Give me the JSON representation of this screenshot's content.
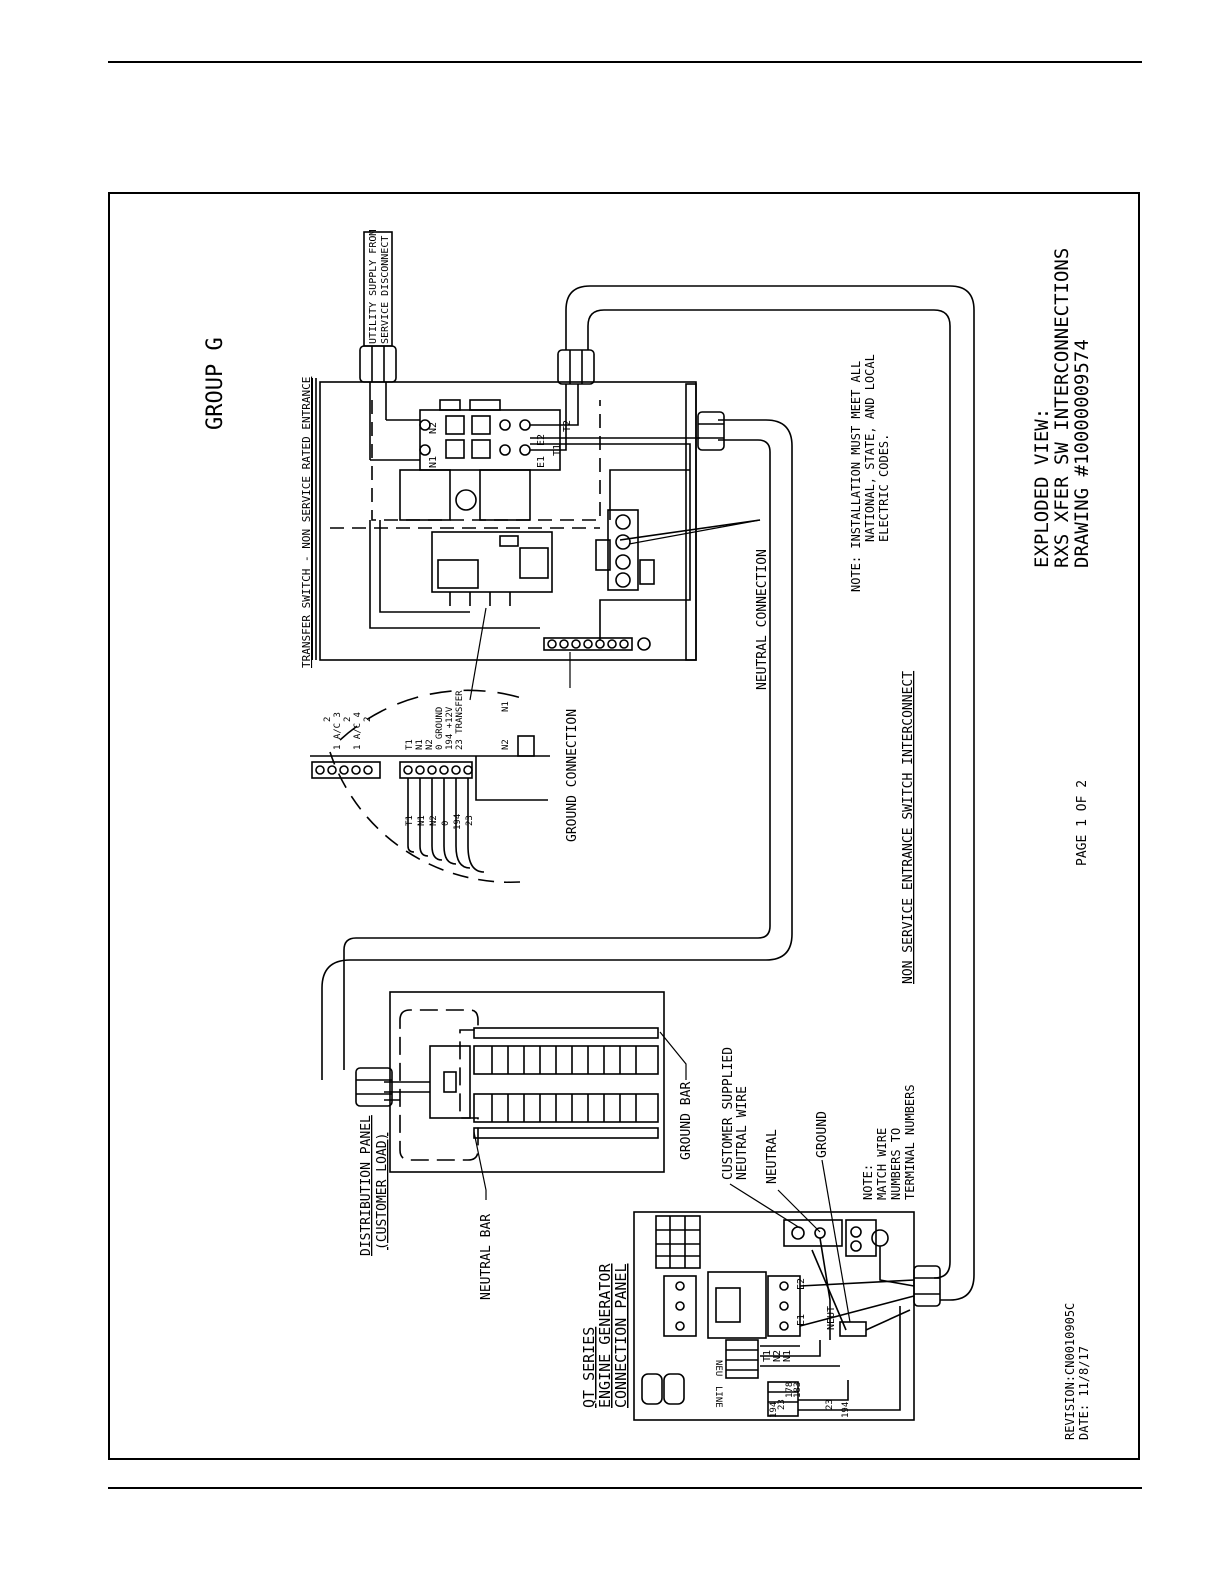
{
  "group_title": "GROUP G",
  "utility_supply": [
    "UTILITY SUPPLY FROM",
    "SERVICE DISCONNECT"
  ],
  "transfer_switch_title": "TRANSFER SWITCH - NON SERVICE RATED ENTRANCE",
  "terminals": {
    "n1": "N1",
    "n2": "N2",
    "e1": "E1",
    "e2": "E2",
    "t1": "T1",
    "t2": "T2"
  },
  "neutral_connection": "NEUTRAL CONNECTION",
  "ground_connection": "GROUND CONNECTION",
  "detail_labels": [
    "2",
    "1 A/C 3",
    "2",
    "1 A/C 4",
    "2",
    "T1",
    "N1",
    "N2",
    "0 GROUND",
    "194 +12V",
    "23 TRANSFER"
  ],
  "detail_wire_labels": [
    "T1",
    "N1",
    "N2",
    "0",
    "194",
    "23"
  ],
  "detail_n_labels": [
    "N2",
    "N1"
  ],
  "note_install": [
    "NOTE: INSTALLATION MUST MEET ALL",
    "NATIONAL, STATE, AND LOCAL",
    "ELECTRIC CODES."
  ],
  "exploded_view": [
    "EXPLODED VIEW:",
    "RXS XFER SW INTERCONNECTIONS",
    "DRAWING #10000009574"
  ],
  "page": "PAGE 1 OF 2",
  "interconnect_title": "NON SERVICE ENTRANCE SWITCH INTERCONNECT",
  "distribution_panel": [
    "DISTRIBUTION PANEL",
    "(CUSTOMER LOAD)"
  ],
  "ground_bar": "GROUND BAR",
  "neutral_bar": "NEUTRAL BAR",
  "customer_supplied": [
    "CUSTOMER SUPPLIED",
    "NEUTRAL WIRE"
  ],
  "neutral_label": "NEUTRAL",
  "ground_label": "GROUND",
  "note_match": [
    "NOTE:",
    "MATCH WIRE",
    "NUMBERS TO",
    "TERMINAL NUMBERS"
  ],
  "qt_series": [
    "QT SERIES",
    "ENGINE GENERATOR",
    "CONNECTION PANEL"
  ],
  "gen_labels": {
    "e1": "E1",
    "e2": "E2",
    "neut": "NEUT",
    "t1": "T1",
    "n1": "N1",
    "n2": "N2",
    "neu": "NEU",
    "line": "LINE",
    "w194": "194",
    "w23": "23",
    "t194": "194",
    "t23": "23",
    "t178": "178",
    "t183": "183"
  },
  "revision": [
    "REVISION:CN0010905C",
    "DATE: 11/8/17"
  ]
}
